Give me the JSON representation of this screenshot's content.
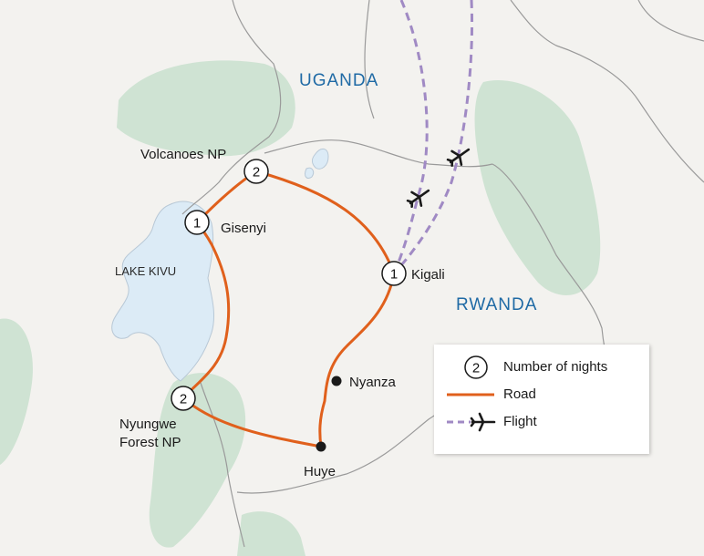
{
  "countries": {
    "uganda": "UGANDA",
    "rwanda": "RWANDA"
  },
  "lake": "LAKE KIVU",
  "places": {
    "volcanoes": "Volcanoes NP",
    "gisenyi": "Gisenyi",
    "kigali": "Kigali",
    "nyanza": "Nyanza",
    "huye": "Huye",
    "nyungwe_line1": "Nyungwe",
    "nyungwe_line2": "Forest NP"
  },
  "nights": {
    "volcanoes": "2",
    "gisenyi": "1",
    "kigali": "1",
    "nyungwe": "2"
  },
  "legend": {
    "nights_label": "Number of nights",
    "nights_sample": "2",
    "road_label": "Road",
    "flight_label": "Flight"
  },
  "colors": {
    "road": "#e0601c",
    "flight": "#a08ac4",
    "water": "#dcebf6",
    "forest": "#cfe3d3",
    "country_label": "#1f6aa5"
  }
}
